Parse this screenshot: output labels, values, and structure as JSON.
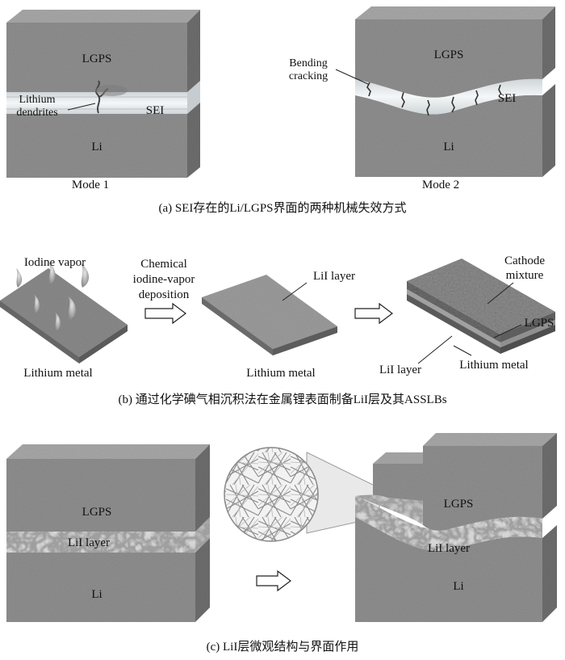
{
  "panel_a": {
    "mode1": {
      "top_label": "LGPS",
      "interface_label": "SEI",
      "bottom_label": "Li",
      "callout": [
        "Lithium",
        "dendrites"
      ],
      "mode_label": "Mode 1"
    },
    "mode2": {
      "top_label": "LGPS",
      "interface_label": "SEI",
      "bottom_label": "Li",
      "callout": [
        "Bending",
        "cracking"
      ],
      "mode_label": "Mode 2"
    },
    "caption": "(a) SEI存在的Li/LGPS界面的两种机械失效方式"
  },
  "panel_b": {
    "iodine_label": "Iodine vapor",
    "step_label": [
      "Chemical",
      "iodine-vapor",
      "deposition"
    ],
    "lii_label": "LiI layer",
    "cathode_label": [
      "Cathode",
      "mixture"
    ],
    "lgps_label": "LGPS",
    "lii_label_2": "LiI layer",
    "base_labels": [
      "Lithium metal",
      "Lithium metal",
      "Lithium metal"
    ],
    "caption": "(b) 通过化学碘气相沉积法在金属锂表面制备LiI层及其ASSLBs"
  },
  "panel_c": {
    "left": {
      "top_label": "LGPS",
      "mid_label": "LiI layer",
      "bottom_label": "Li"
    },
    "right": {
      "top_label": "LGPS",
      "mid_label": "LiI layer",
      "bottom_label": "Li"
    },
    "caption": "(c) LiI层微观结构与界面作用"
  },
  "colors": {
    "block_front": "#8f8f8f",
    "block_top": "#a8a8a8",
    "block_side": "#6e6e6e",
    "sei": "#e8ecee",
    "background": "#ffffff"
  }
}
